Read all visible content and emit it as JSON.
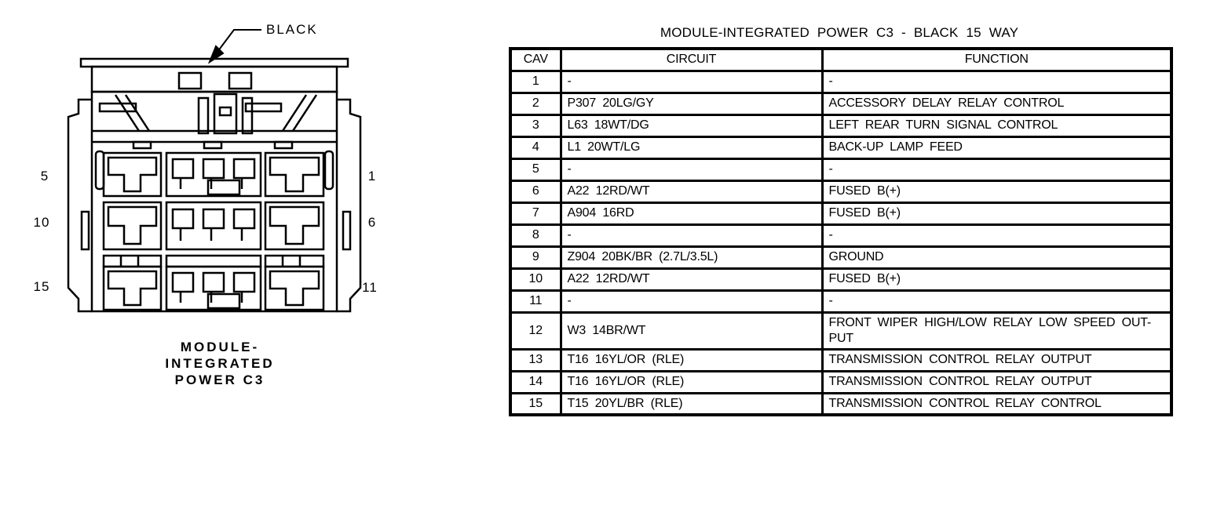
{
  "page": {
    "background": "#ffffff",
    "ink": "#000000"
  },
  "connector_diagram": {
    "color_callout": "BLACK",
    "caption_lines": [
      "MODULE-",
      "INTEGRATED",
      "POWER C3"
    ],
    "pins": [
      {
        "label": "5",
        "side": "left"
      },
      {
        "label": "10",
        "side": "left"
      },
      {
        "label": "15",
        "side": "left"
      },
      {
        "label": "1",
        "side": "right"
      },
      {
        "label": "6",
        "side": "right"
      },
      {
        "label": "11",
        "side": "right"
      }
    ]
  },
  "pinout_table": {
    "title": "MODULE-INTEGRATED POWER C3 - BLACK 15 WAY",
    "headers": [
      "CAV",
      "CIRCUIT",
      "FUNCTION"
    ],
    "rows": [
      {
        "cav": "1",
        "circuit": "-",
        "function": "-"
      },
      {
        "cav": "2",
        "circuit": "P307 20LG/GY",
        "function": "ACCESSORY DELAY RELAY CONTROL"
      },
      {
        "cav": "3",
        "circuit": "L63 18WT/DG",
        "function": "LEFT REAR TURN SIGNAL CONTROL"
      },
      {
        "cav": "4",
        "circuit": "L1 20WT/LG",
        "function": "BACK-UP LAMP FEED"
      },
      {
        "cav": "5",
        "circuit": "-",
        "function": "-"
      },
      {
        "cav": "6",
        "circuit": "A22 12RD/WT",
        "function": "FUSED B(+)"
      },
      {
        "cav": "7",
        "circuit": "A904 16RD",
        "function": "FUSED B(+)"
      },
      {
        "cav": "8",
        "circuit": "-",
        "function": "-"
      },
      {
        "cav": "9",
        "circuit": "Z904 20BK/BR (2.7L/3.5L)",
        "function": "GROUND"
      },
      {
        "cav": "10",
        "circuit": "A22 12RD/WT",
        "function": "FUSED B(+)"
      },
      {
        "cav": "11",
        "circuit": "-",
        "function": "-"
      },
      {
        "cav": "12",
        "circuit": "W3 14BR/WT",
        "function": "FRONT WIPER HIGH/LOW RELAY LOW SPEED OUT-\nPUT"
      },
      {
        "cav": "13",
        "circuit": "T16 16YL/OR (RLE)",
        "function": "TRANSMISSION CONTROL RELAY OUTPUT"
      },
      {
        "cav": "14",
        "circuit": "T16 16YL/OR (RLE)",
        "function": "TRANSMISSION CONTROL RELAY OUTPUT"
      },
      {
        "cav": "15",
        "circuit": "T15 20YL/BR (RLE)",
        "function": "TRANSMISSION CONTROL RELAY CONTROL"
      }
    ]
  }
}
